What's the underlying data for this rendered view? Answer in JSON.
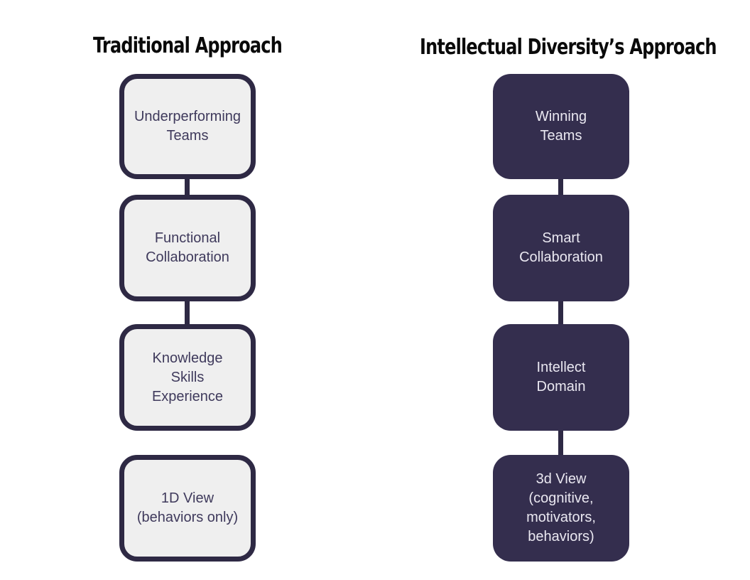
{
  "diagram": {
    "left": {
      "title": "Traditional Approach",
      "boxes": [
        {
          "label": "Underperforming\nTeams"
        },
        {
          "label": "Functional\nCollaboration"
        },
        {
          "label": "Knowledge\nSkills\nExperience"
        },
        {
          "label": "1D View\n(behaviors only)"
        }
      ]
    },
    "right": {
      "title": "Intellectual Diversity’s Approach",
      "boxes": [
        {
          "label": "Winning\nTeams"
        },
        {
          "label": "Smart\nCollaboration"
        },
        {
          "label": "Intellect\nDomain"
        },
        {
          "label": "3d View\n(cognitive,\nmotivators,\nbehaviors)"
        }
      ]
    },
    "colors": {
      "dark_box_fill": "#342e4e",
      "light_box_fill": "#efefef",
      "box_border": "#2e2944",
      "connector": "#2e2944",
      "dark_text": "#3f3a5c",
      "light_text": "#eae8f1",
      "title_text": "#0a0a0a",
      "background": "#ffffff"
    }
  }
}
